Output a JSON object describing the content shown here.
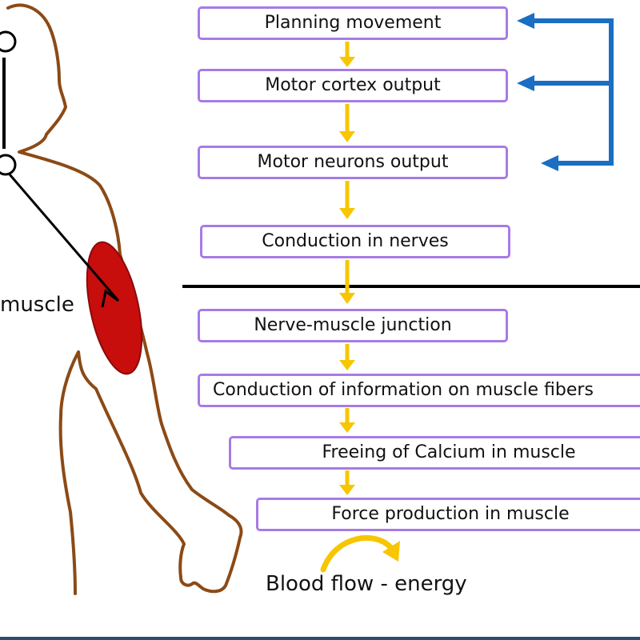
{
  "steps": [
    "Planning movement",
    "Motor cortex output",
    "Motor neurons output",
    "Conduction in nerves",
    "Nerve-muscle junction",
    "Conduction of information on muscle fibers",
    "Freeing of Calcium in muscle",
    "Force production in muscle"
  ],
  "muscle_label": "muscle",
  "energy_label": "Blood flow - energy",
  "colors": {
    "box_border": "#a77be4",
    "down_arrow": "#f7c600",
    "feedback_arrow": "#1a6ec3",
    "body_outline": "#8b4a16",
    "muscle": "#c80d0d",
    "divider": "#000000",
    "bottom_border": "#2e4c6d"
  }
}
